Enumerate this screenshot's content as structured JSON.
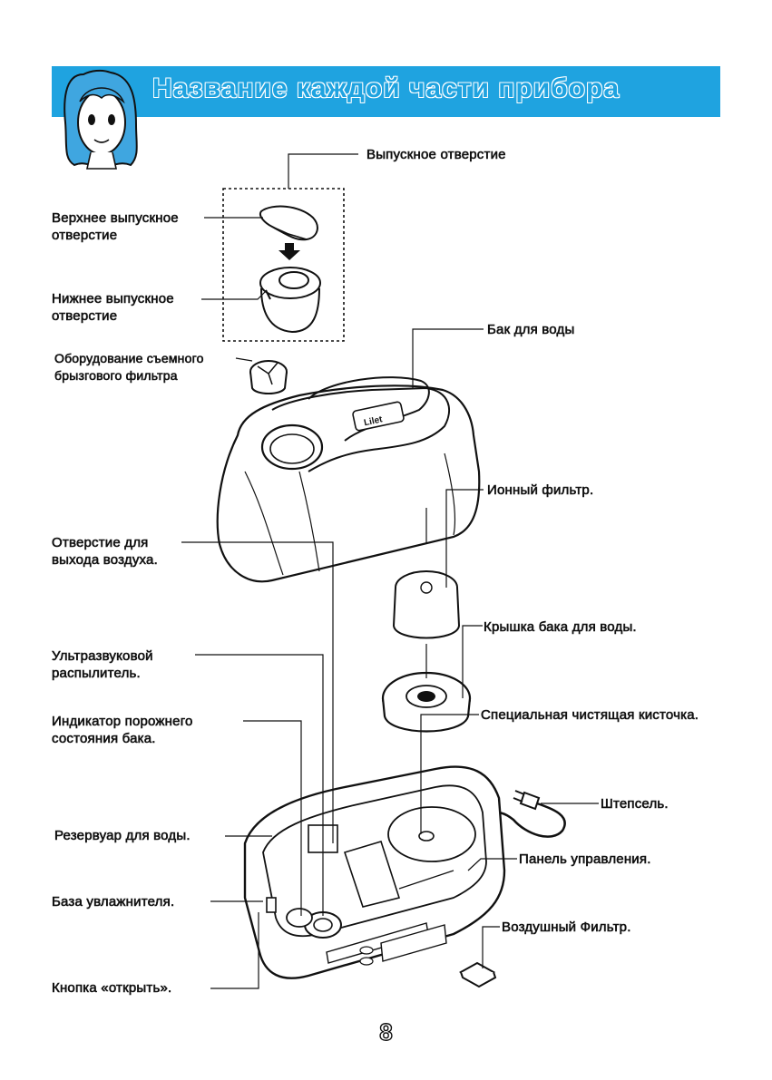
{
  "header": {
    "title": "Название каждой части прибора"
  },
  "labels": {
    "outlet": "Выпускное отверстие",
    "upper_outlet": [
      "Верхнее выпускное",
      "отверстие"
    ],
    "lower_outlet": [
      "Нижнее выпускное",
      "отверстие"
    ],
    "splash_filter": [
      "Оборудование съемного",
      "брызгового фильтра"
    ],
    "water_tank": "Бак для воды",
    "ion_filter": "Ионный фильтр.",
    "air_outlet": [
      "Отверстие для",
      "выхода воздуха."
    ],
    "tank_cap": "Крышка бака для воды.",
    "ultrasonic": [
      "Ультразвуковой",
      "распылитель."
    ],
    "cleaning_brush": "Специальная чистящая кисточка.",
    "empty_indicator": [
      "Индикатор порожнего",
      "состояния бака."
    ],
    "plug": "Штепсель.",
    "reservoir": "Резервуар для воды.",
    "control_panel": "Панель управления.",
    "base": "База увлажнителя.",
    "air_filter": "Воздушный Фильтр.",
    "open_button": "Кнопка «открыть»."
  },
  "tank_logo": "Lilet",
  "page_number": "8",
  "colors": {
    "banner": "#1fa3e0",
    "mascot_hair": "#3fa6e0"
  }
}
